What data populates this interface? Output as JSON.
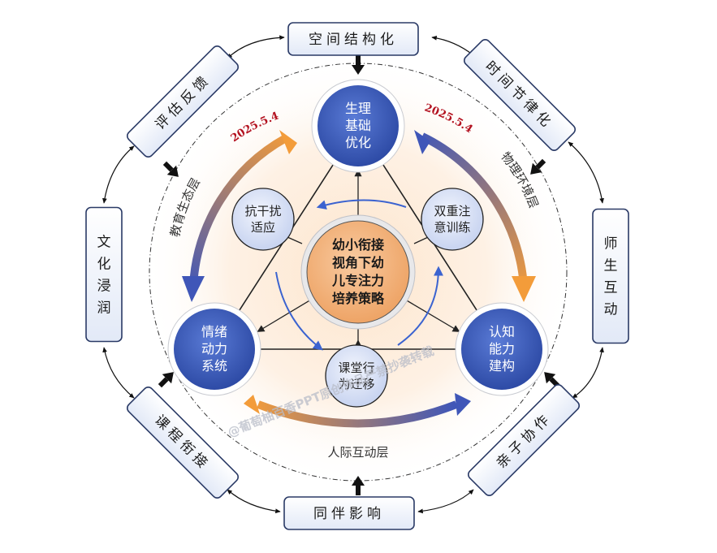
{
  "center": {
    "lines": [
      "幼小衔接",
      "视角下幼",
      "儿专注力",
      "培养策略"
    ]
  },
  "main_nodes": {
    "top": [
      "生理",
      "基础",
      "优化"
    ],
    "left": [
      "情绪",
      "动力",
      "系统"
    ],
    "right": [
      "认知",
      "能力",
      "建构"
    ]
  },
  "mid_nodes": {
    "upper_left": [
      "抗干扰",
      "适应"
    ],
    "upper_right": [
      "双重注",
      "意训练"
    ],
    "bottom": [
      "课堂行",
      "为迁移"
    ]
  },
  "layers": {
    "left": "教育生态层",
    "right": "物理环境层",
    "bottom": "人际互动层"
  },
  "dates": {
    "left": "2025.5.4",
    "right": "2025.5.4"
  },
  "outer_boxes": {
    "top": "空间结构化",
    "top_right": "时间节律化",
    "right": "师生互动",
    "bottom_right": "亲子协作",
    "bottom": "同伴影响",
    "bottom_left": "课程衔接",
    "left": "文化浸润",
    "top_left": "评估反馈"
  },
  "watermark": "@葡萄柚百香PPT原创作品严禁抄袭转载",
  "colors": {
    "node_blue": "#3d5fc0",
    "center_orange": "#f3b47c",
    "box_border": "#2a3a66",
    "arrow_orange": "#f39c3a",
    "arrow_blue": "#3f56b8",
    "date_red": "#b31220"
  }
}
